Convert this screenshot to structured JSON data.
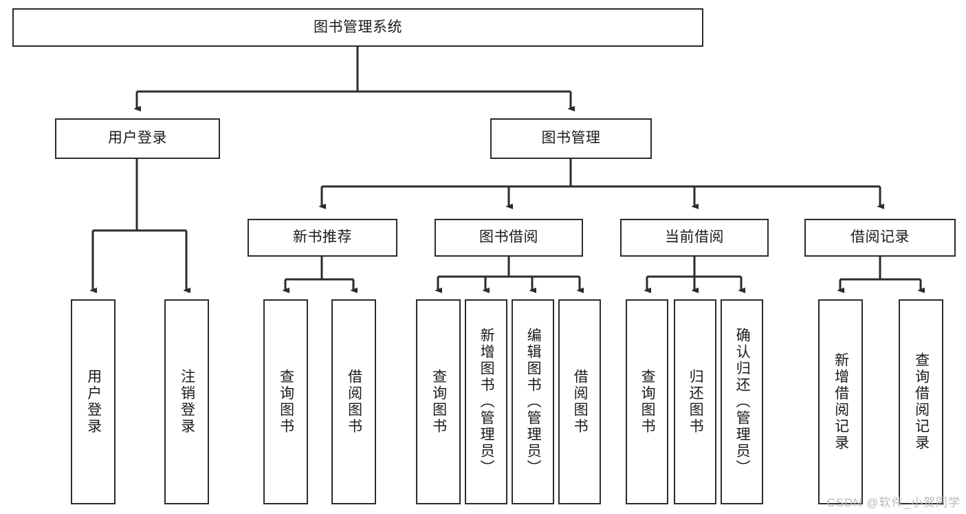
{
  "diagram": {
    "type": "tree-hierarchy",
    "title": "图书管理系统",
    "stroke_color": "#2b2b2b",
    "fill_color": "#ffffff",
    "text_color": "#1a1a1a",
    "watermark": "CSDN @软件_小贺同学",
    "watermark_color": "#b9b9b9"
  },
  "nodes": {
    "root": {
      "label": "图书管理系统",
      "level": 1,
      "orientation": "horizontal"
    },
    "l2": [
      {
        "id": "user-login",
        "label": "用户登录",
        "level": 2,
        "orientation": "horizontal"
      },
      {
        "id": "book-manage",
        "label": "图书管理",
        "level": 2,
        "orientation": "horizontal"
      }
    ],
    "l3": [
      {
        "id": "new-book-recommend",
        "label": "新书推荐",
        "level": 3,
        "orientation": "horizontal"
      },
      {
        "id": "book-borrow",
        "label": "图书借阅",
        "level": 3,
        "orientation": "horizontal"
      },
      {
        "id": "current-borrow",
        "label": "当前借阅",
        "level": 3,
        "orientation": "horizontal"
      },
      {
        "id": "borrow-record",
        "label": "借阅记录",
        "level": 3,
        "orientation": "horizontal"
      }
    ],
    "leaves": {
      "user_login": [
        {
          "id": "leaf-user-login",
          "label": "用户登录"
        },
        {
          "id": "leaf-user-logout",
          "label": "注销登录"
        }
      ],
      "new_book_recommend": [
        {
          "id": "leaf-query-book-1",
          "label": "查询图书"
        },
        {
          "id": "leaf-borrow-book-1",
          "label": "借阅图书"
        }
      ],
      "book_borrow": [
        {
          "id": "leaf-query-book-2",
          "label": "查询图书"
        },
        {
          "id": "leaf-add-book",
          "label": "新增图书（管理员）"
        },
        {
          "id": "leaf-edit-book",
          "label": "编辑图书（管理员）"
        },
        {
          "id": "leaf-borrow-book-2",
          "label": "借阅图书"
        }
      ],
      "current_borrow": [
        {
          "id": "leaf-query-book-3",
          "label": "查询图书"
        },
        {
          "id": "leaf-return-book",
          "label": "归还图书"
        },
        {
          "id": "leaf-confirm-return",
          "label": "确认归还（管理员）"
        }
      ],
      "borrow_record": [
        {
          "id": "leaf-add-record",
          "label": "新增借阅记录"
        },
        {
          "id": "leaf-query-record",
          "label": "查询借阅记录"
        }
      ]
    }
  }
}
